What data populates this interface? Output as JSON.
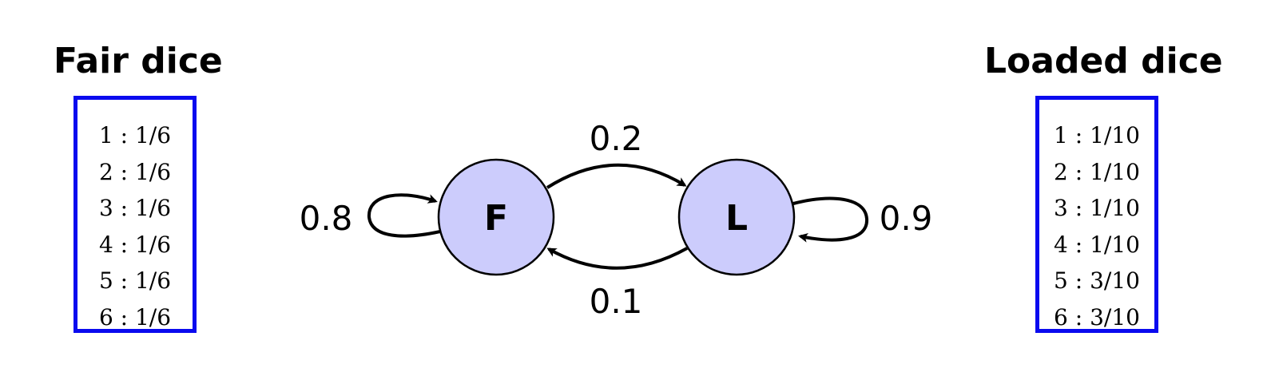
{
  "panels": {
    "fair": {
      "title": "Fair dice",
      "rows": [
        "1 : 1/6",
        "2 : 1/6",
        "3 : 1/6",
        "4 : 1/6",
        "5 : 1/6",
        "6 : 1/6"
      ]
    },
    "loaded": {
      "title": "Loaded dice",
      "rows": [
        "1 : 1/10",
        "2 : 1/10",
        "3 : 1/10",
        "4 : 1/10",
        "5 : 3/10",
        "6 : 3/10"
      ]
    }
  },
  "states": {
    "fair": {
      "label": "F"
    },
    "loaded": {
      "label": "L"
    }
  },
  "transitions": {
    "fair_to_loaded": "0.2",
    "loaded_to_fair": "0.1",
    "fair_self": "0.8",
    "loaded_self": "0.9"
  },
  "colors": {
    "state_fill": "#ccccfc",
    "box_border": "#0a0aef",
    "edge": "#000000"
  }
}
